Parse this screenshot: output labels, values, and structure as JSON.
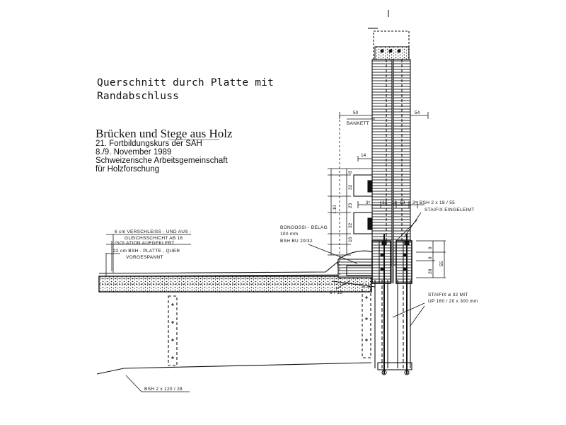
{
  "title": {
    "line1": "Querschnitt durch Platte mit",
    "line2": "Randabschluss"
  },
  "header": {
    "heading": "Brücken und Stege aus Holz",
    "lines": [
      "21. Fortbildungskurs der SAH",
      "8./9. November 1989",
      "Schweizerische Arbeitsgemeinschaft",
      "für Holzforschung"
    ]
  },
  "labels": {
    "verschleiss": "6 cm  VERSCHLEISS - UND  AUS -",
    "gleichsschicht": "GLEICHSSCHICHT  AB  16",
    "isolation": "ISOLATION  AUFGEKLEBT",
    "bsh_platte": "22 cm  BSH - PLATTE ,  QUER",
    "vorgespannt": "VORGESPANNT",
    "bongossi": "BONGOSSI - BELAG",
    "bongossi_mm": "100 mm",
    "bsh_bu": "BSH  BU  20/32",
    "bsh_2x18": "BSH   2 x 18 / 55",
    "staifix_eingeleimt": "STAIFIX  EINGELEIMT",
    "staifix_32": "STAIFIX  ø  32   MIT",
    "up": "UP  160 / 20 x 300  mm",
    "bankett": "BANKETT",
    "bsh_120": "BSH   2 x 120 / 28",
    "six_twelve": "6 / 12"
  },
  "dimensions": {
    "d50": "50",
    "d54": "54",
    "d14": "14",
    "d8": "8",
    "d32a": "32",
    "d23": "23",
    "d32b": "32",
    "d16": "16",
    "d110": "1.10",
    "d35a": "3⁵",
    "d18a": "18",
    "d11": "11",
    "d18b": "18",
    "d35b": "3⁵",
    "d9a": "9",
    "d9b": "9",
    "d28": "28",
    "d55": "55"
  },
  "colors": {
    "ink": "#111111",
    "paper": "#ffffff",
    "correction": "#c0392b"
  }
}
